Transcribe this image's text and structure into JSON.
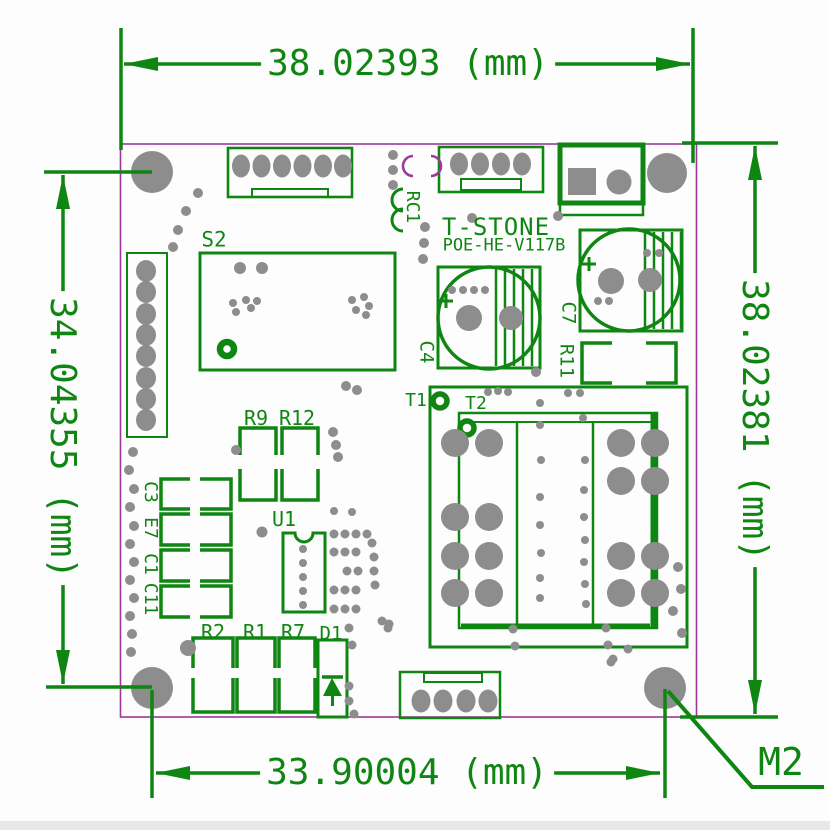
{
  "drawing": {
    "dimensions": {
      "top": "38.02393 (mm)",
      "left": "34.04355 (mm)",
      "right": "38.02381 (mm)",
      "bottom": "33.90004 (mm)"
    },
    "mounting_hole_label": "M2"
  },
  "silkscreen": {
    "title": "T-STONE",
    "model": "POE-HE-V117B",
    "s2": "S2",
    "rc1": "RC1",
    "c4": "C4",
    "c7": "C7",
    "r11": "R11",
    "t1": "T1",
    "t2": "T2",
    "r9": "R9",
    "r12": "R12",
    "c3": "C3",
    "e7": "E7",
    "c1": "C1",
    "c11": "C11",
    "u1": "U1",
    "r2": "R2",
    "r1": "R1",
    "r7": "R7",
    "d1": "D1"
  },
  "colors": {
    "dimension_green": "#0f8512",
    "silkscreen_green": "#0f8512",
    "board_outline_purple": "#9b3a9b",
    "pad_gray": "#8d8d8d"
  }
}
